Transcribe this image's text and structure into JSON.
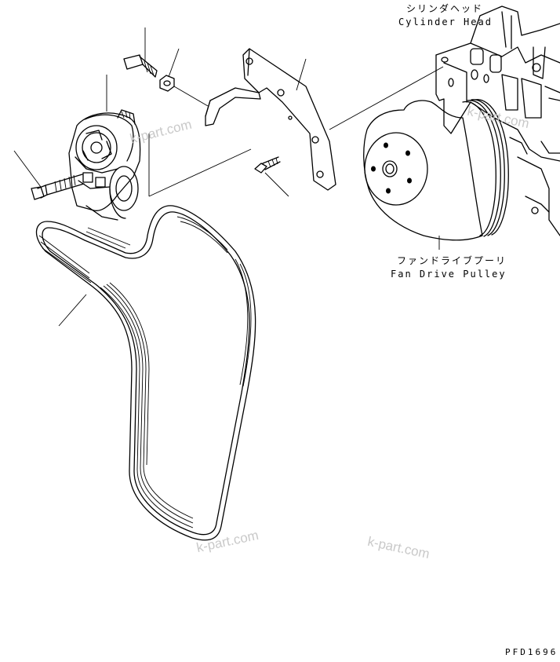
{
  "labels": {
    "cylinder_head_jp": "シリンダヘッド",
    "cylinder_head_en": "Cylinder Head",
    "fan_pulley_jp": "ファンドライブプーリ",
    "fan_pulley_en": "Fan Drive Pulley",
    "drawing_code": "PFD1696"
  },
  "watermarks": [
    "k-part.com",
    "k-part.com",
    "k-part.com",
    "k-part.com"
  ],
  "parts": [
    "cylinder-head",
    "fan-drive-pulley",
    "belt-tensioner",
    "tensioner-bolt",
    "bolt",
    "nut",
    "mounting-bracket",
    "bracket-arm",
    "screw",
    "v-ribbed-belt"
  ]
}
